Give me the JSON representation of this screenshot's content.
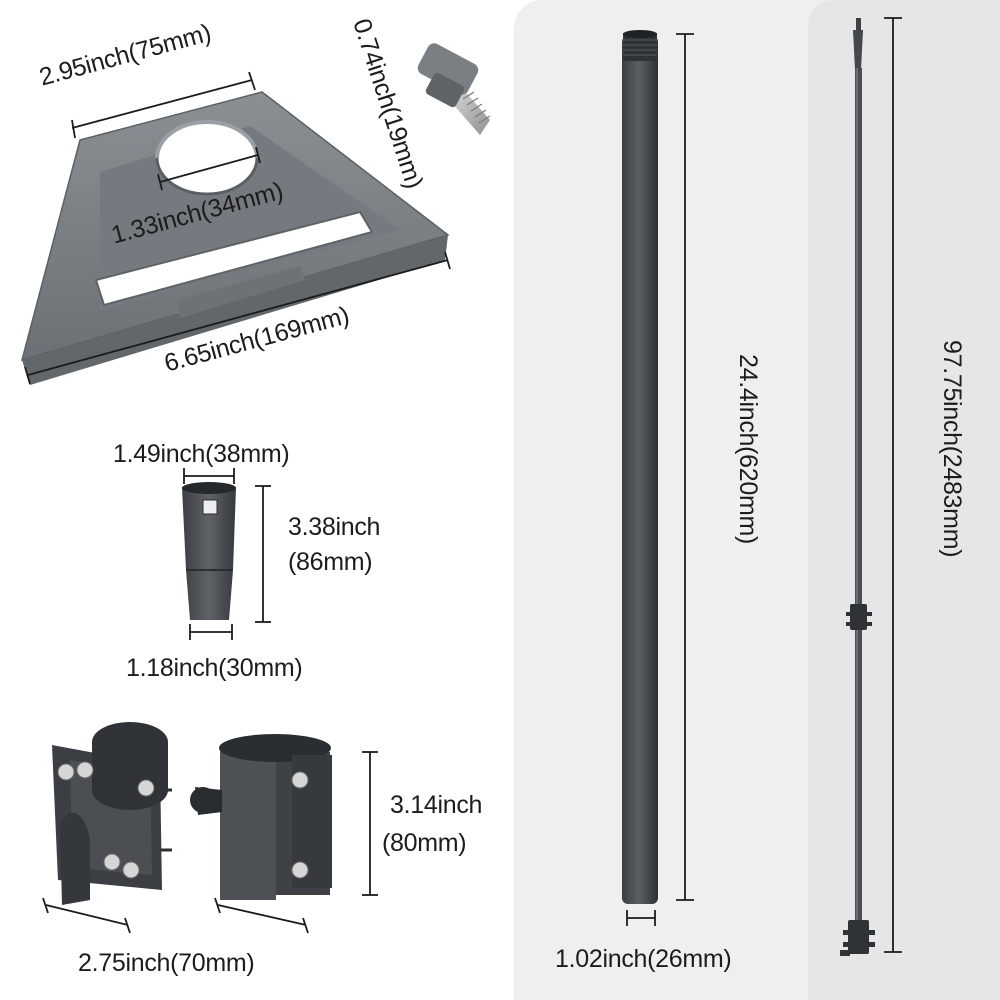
{
  "dimensions": {
    "base_top_width": "2.95inch(75mm)",
    "base_hole_diameter": "1.33inch(34mm)",
    "base_bottom_width": "6.65inch(169mm)",
    "knob_screw_length": "0.74inch(19mm)",
    "adapter_top_diameter": "1.49inch(38mm)",
    "adapter_height_line1": "3.38inch",
    "adapter_height_line2": "(86mm)",
    "adapter_bottom_diameter": "1.18inch(30mm)",
    "clamp_height_line1": "3.14inch",
    "clamp_height_line2": "(80mm)",
    "clamp_width": "2.75inch(70mm)",
    "pole_segment_length": "24.4inch(620mm)",
    "pole_diameter": "1.02inch(26mm)",
    "pole_total_length": "97.75inch(2483mm)"
  },
  "colors": {
    "base_gray": "#7d8286",
    "pole_dark": "#4a4d51",
    "text": "#1c1c1c"
  }
}
